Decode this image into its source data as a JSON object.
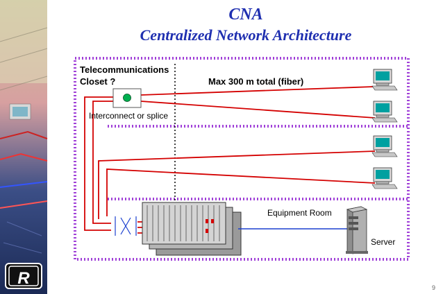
{
  "title": "CNA",
  "subtitle": "Centralized Network Architecture",
  "labels": {
    "closet": "Telecommunications\nCloset ?",
    "max_distance": "Max 300 m total (fiber)",
    "interconnect": "Interconnect or splice",
    "equipment_room": "Equipment Room",
    "server": "Server"
  },
  "logo_text": "R",
  "page_number": "9",
  "colors": {
    "title": "#1f2fb0",
    "border": "#a040d8",
    "cable": "#d40000",
    "server_link": "#1a3fcf"
  }
}
